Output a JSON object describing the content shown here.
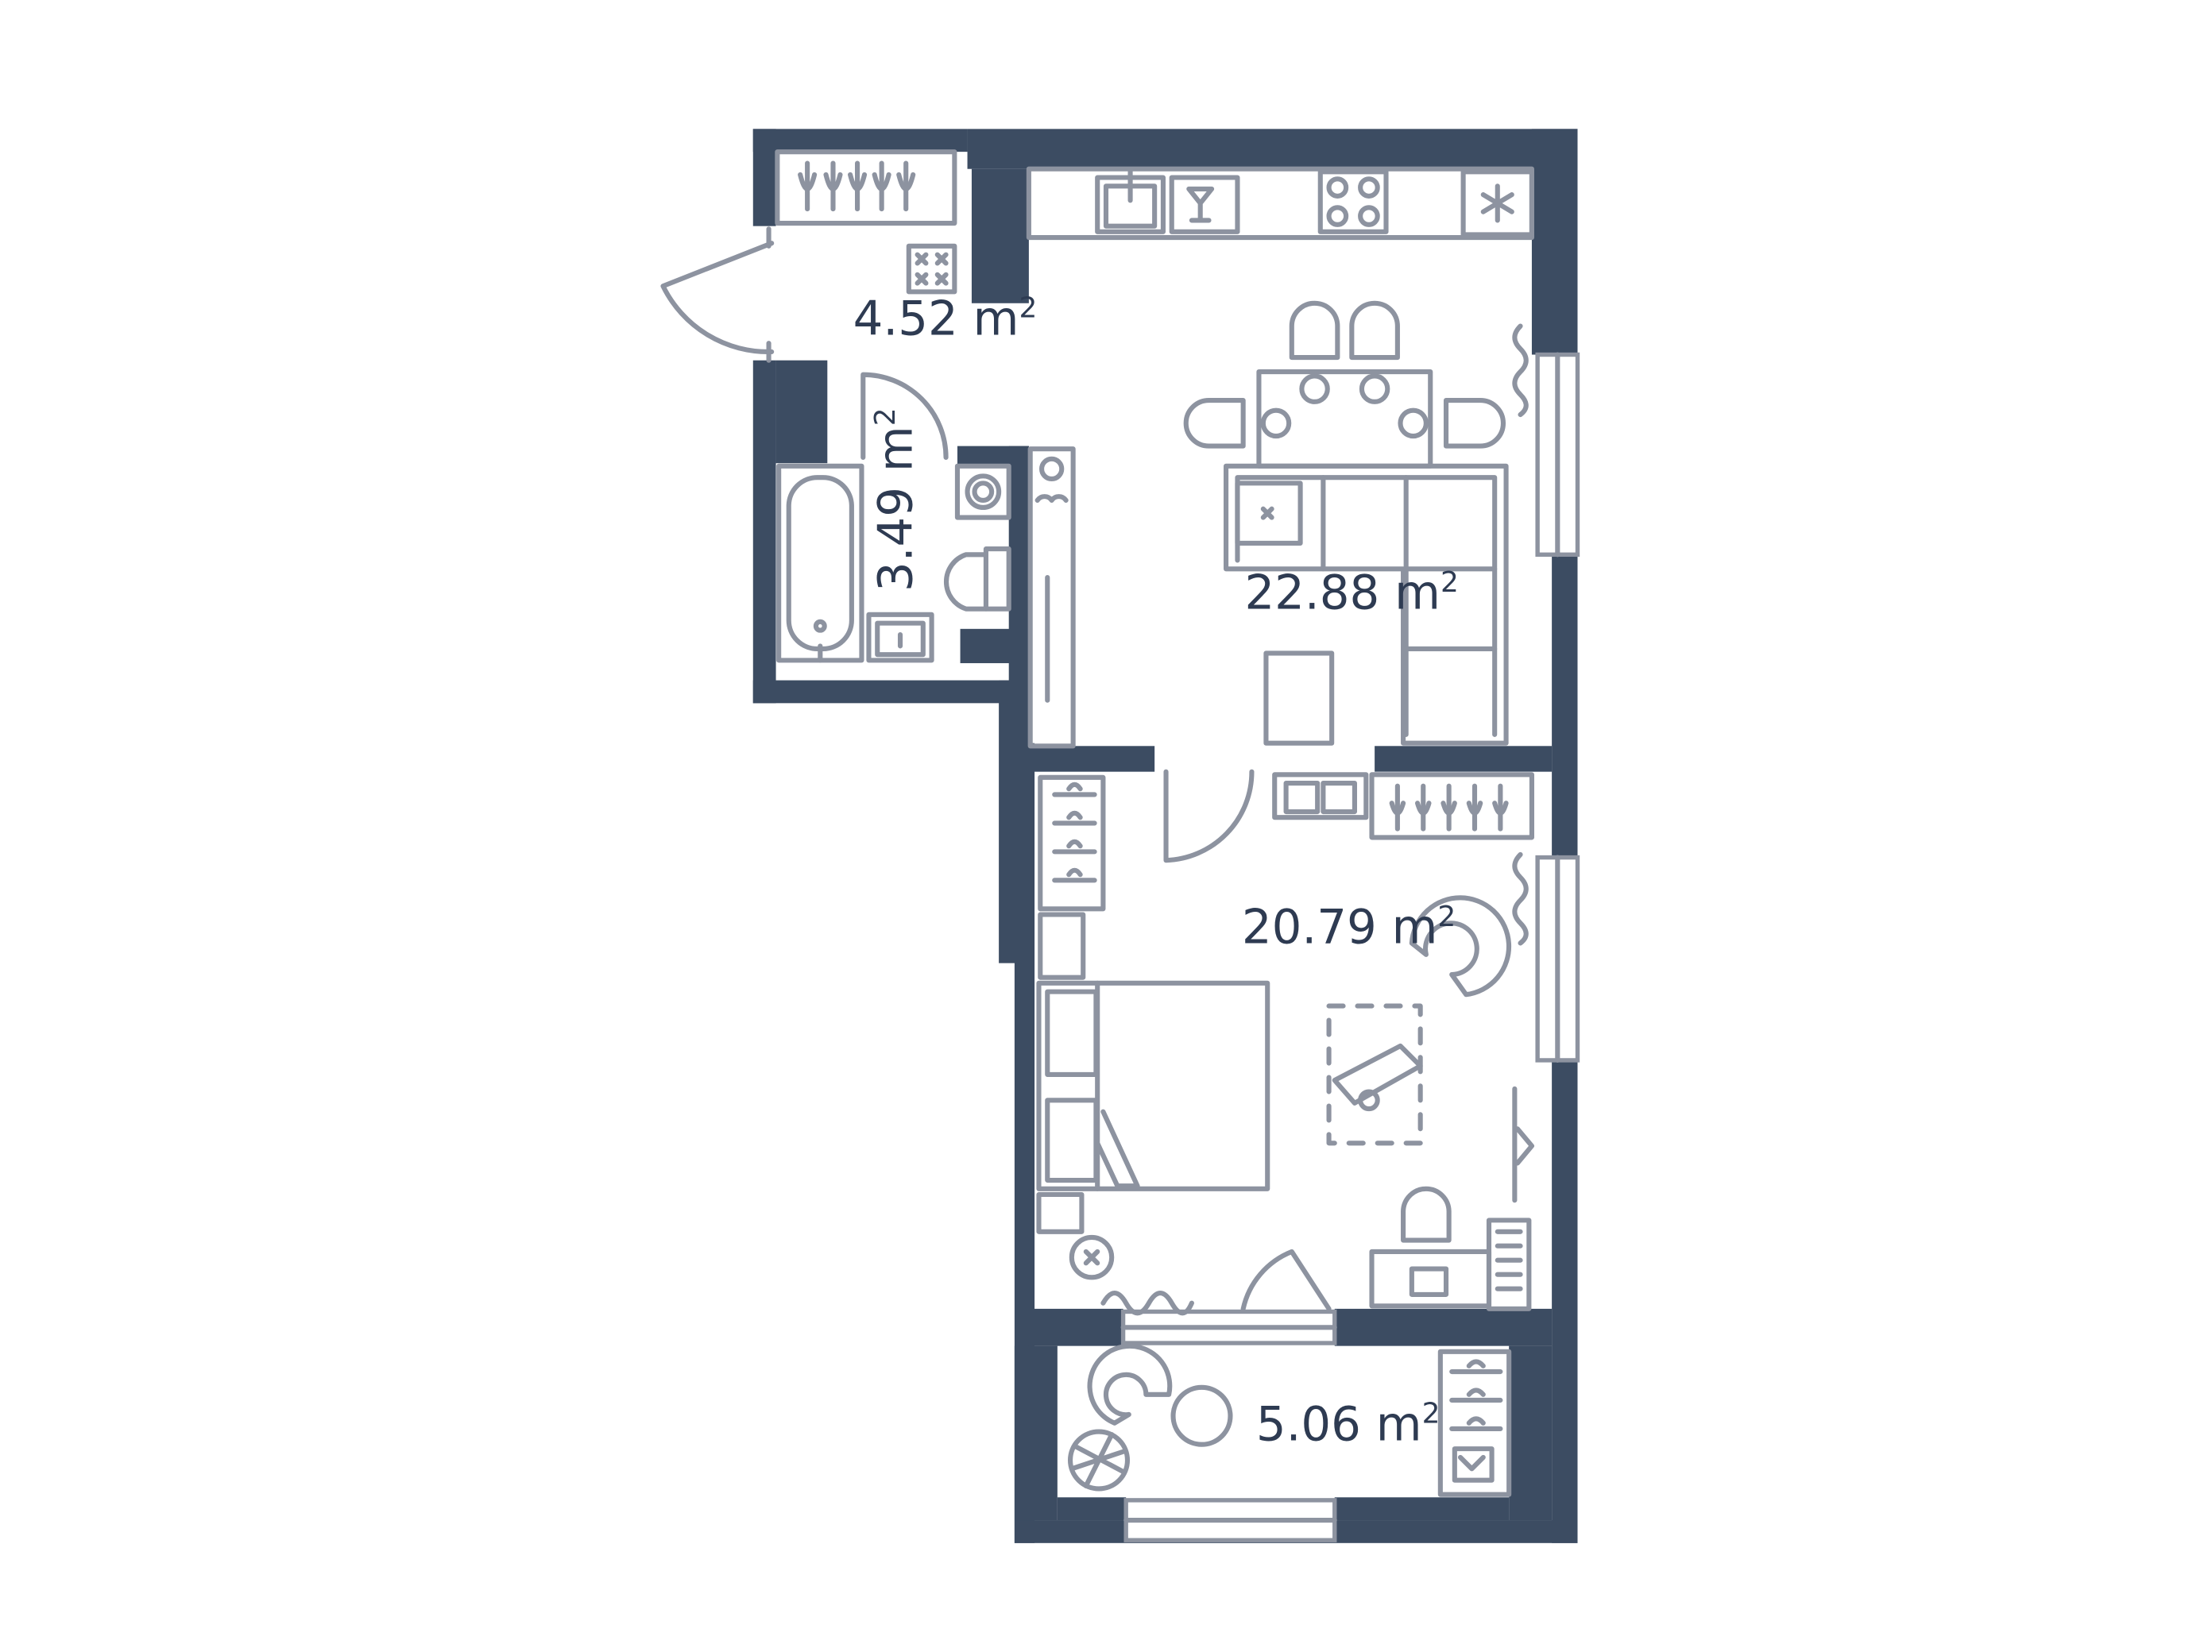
{
  "rooms": [
    {
      "id": "hall",
      "area": "4.52",
      "unit": "m",
      "exp": "2"
    },
    {
      "id": "bathroom",
      "area": "3.49",
      "unit": "m",
      "exp": "2"
    },
    {
      "id": "kitchen-living",
      "area": "22.88",
      "unit": "m",
      "exp": "2"
    },
    {
      "id": "bedroom",
      "area": "20.79",
      "unit": "m",
      "exp": "2"
    },
    {
      "id": "balcony",
      "area": "5.06",
      "unit": "m",
      "exp": "2"
    }
  ],
  "colors": {
    "wall": "#3c4c62",
    "furniture": "#8d93a0",
    "label": "#2e3b52",
    "background": "#ffffff"
  },
  "icons": [
    "sink-icon",
    "cocktail-glass-icon",
    "stove-icon",
    "snowflake-fridge-icon",
    "hanger-icon",
    "washing-machine-icon",
    "toilet-icon",
    "bathtub-icon",
    "sofa-icon",
    "dining-table-icon",
    "bed-icon",
    "armchair-icon",
    "desk-icon",
    "tv-icon",
    "plant-icon",
    "curtain-icon"
  ]
}
